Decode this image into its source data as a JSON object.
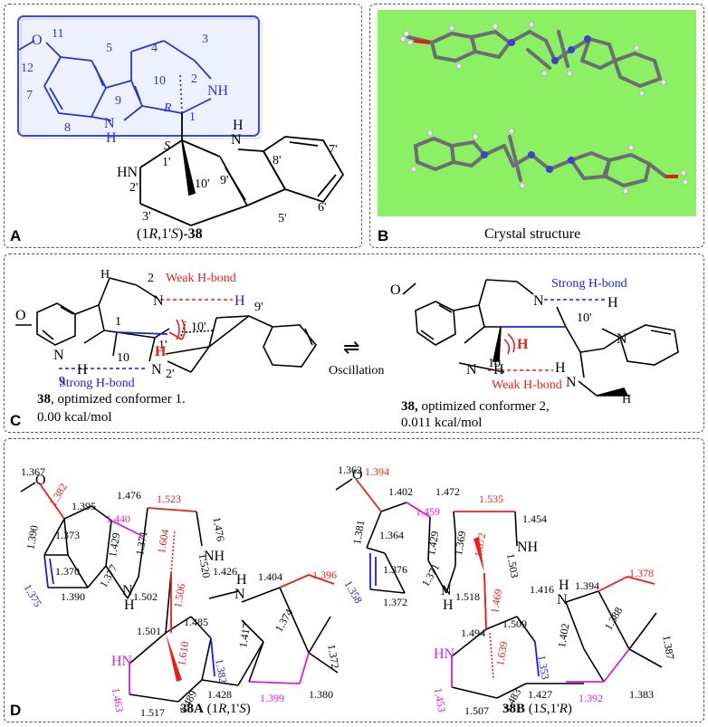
{
  "panels": {
    "a": {
      "letter": "A",
      "caption_prefix": "(1",
      "caption_r": "R",
      "caption_mid": ",1'",
      "caption_s": "S",
      "caption_suffix": ")-",
      "caption_compound": "38",
      "labels": {
        "o": "O",
        "n11": "11",
        "n12": "12",
        "n5": "5",
        "n4": "4",
        "n3": "3",
        "n7": "7",
        "n8": "8",
        "n9": "9",
        "nh9": "N",
        "h9": "H",
        "n10": "10",
        "nh2": "NH",
        "n2": "2",
        "r": "R",
        "n1": "1",
        "s": "S",
        "n1p": "1'",
        "n9p": "9'",
        "nh9p": "N",
        "h9p": "H",
        "n8p": "8'",
        "n7p": "7'",
        "hn2p": "HN",
        "n2p": "2'",
        "n10p": "10'",
        "n3p": "3'",
        "n5p": "5'",
        "n6p": "6'"
      }
    },
    "b": {
      "letter": "B",
      "caption": "Crystal structure",
      "bg_color": "#8bf063"
    },
    "c": {
      "letter": "C",
      "conf1_compound": "38",
      "conf1_caption_rest": ", optimized conformer 1.",
      "conf1_energy": "0.00 kcal/mol",
      "conf2_compound": "38,",
      "conf2_caption_rest": " optimized conformer 2,",
      "conf2_energy": "0.011 kcal/mol",
      "weak_hbond": "Weak H-bond",
      "strong_hbond": "Strong H-bond",
      "oscillation": "Oscillation",
      "equilibrium_arrow": "⇌",
      "labels": {
        "h": "H",
        "n2": "2",
        "n": "N",
        "nh": "N",
        "n1": "1",
        "n1p": "1'",
        "n10": "10",
        "n10p": "10'",
        "n9": "9",
        "n9p": "9'",
        "n2p": "2'",
        "o": "O"
      }
    },
    "d": {
      "letter": "D",
      "a_compound": "38A",
      "a_config_open": " (1",
      "a_r": "R",
      "a_mid": ",1'",
      "a_s": "S",
      "a_close": ")",
      "b_compound": "38B",
      "b_config_open": " (1",
      "b_s": "S",
      "b_mid": ",1'",
      "b_r": "R",
      "b_close": ")",
      "bonds_a": {
        "b1367": "1.367",
        "b1382": "1.382",
        "b1395": "1.395",
        "b1476a": "1.476",
        "b1523": "1.523",
        "b1390a": "1.390",
        "b1373": "1.373",
        "b1440": "1.440",
        "b1476b": "1.476",
        "b1604": "1.604",
        "b1429": "1.429",
        "b1371": "1.371",
        "b1370": "1.370",
        "b1377": "1.377",
        "b1520": "1.520",
        "b1375": "1.375",
        "b1390b": "1.390",
        "b1502": "1.502",
        "b1506": "1.506",
        "b1426": "1.426",
        "b1404": "1.404",
        "b1396": "1.396",
        "b1501": "1.501",
        "b1485": "1.485",
        "b1374": "1.374",
        "b1610": "1.610",
        "b1382b": "1.382",
        "b1417": "1.417",
        "b1372": "1.372",
        "b1463": "1.463",
        "b1428": "1.428",
        "b1399": "1.399",
        "b1380": "1.380",
        "b1517": "1.517",
        "b1489": "1.489",
        "nh": "N",
        "h": "H",
        "hn": "HN",
        "nh2": "NH",
        "o": "O"
      },
      "bonds_b": {
        "b1362": "1.362",
        "b1394": "1.394",
        "b1402": "1.402",
        "b1472": "1.472",
        "b1535": "1.535",
        "b1381": "1.381",
        "b1364": "1.364",
        "b1459": "1.459",
        "b1454": "1.454",
        "b1429": "1.429",
        "b1369": "1.369",
        "b1672": "1.672",
        "b1358": "1.358",
        "b1376": "1.376",
        "b1371": "1.371",
        "b1503": "1.503",
        "b1372": "1.372",
        "b1518": "1.518",
        "b1469": "1.469",
        "b1416": "1.416",
        "b1394b": "1.394",
        "b1378": "1.378",
        "b1494": "1.494",
        "b1509": "1.509",
        "b1388": "1.388",
        "b1639": "1.639",
        "b1353": "1.353",
        "b1402b": "1.402",
        "b1387": "1.387",
        "b1453": "1.453",
        "b1427": "1.427",
        "b1392": "1.392",
        "b1383": "1.383",
        "b1507": "1.507",
        "b1483": "1.483",
        "nh": "N",
        "h": "H",
        "hn": "HN",
        "nh2": "NH",
        "o": "O"
      }
    }
  },
  "colors": {
    "red": "#e8201c",
    "blue": "#1c1ce0",
    "magenta": "#d81ed8",
    "frame_blue": "#3a46e6",
    "frame_fill": "#eef1ff"
  }
}
